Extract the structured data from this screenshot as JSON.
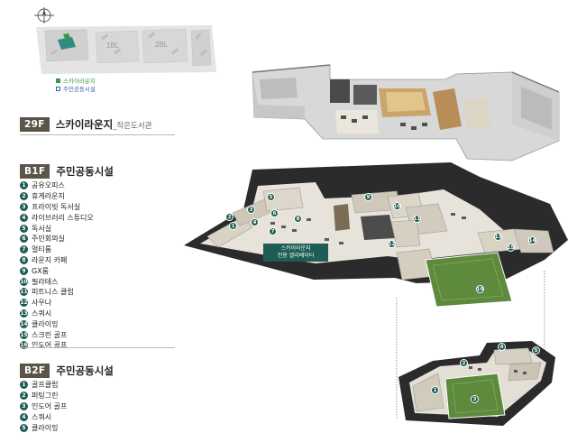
{
  "keymap": {
    "building_labels": [
      "1BL",
      "2BL"
    ],
    "legend": [
      {
        "label": "스카이라운지",
        "color": "#3a9a45"
      },
      {
        "label": "주민공동시설",
        "color": "#2f5fb3"
      }
    ]
  },
  "floor_29f": {
    "badge": "29F",
    "title": "스카이라운지",
    "subtitle": "_작은도서관"
  },
  "floor_b1f": {
    "badge": "B1F",
    "title": "주민공동시설",
    "facilities": [
      {
        "num": "1",
        "label": "공유오피스"
      },
      {
        "num": "2",
        "label": "휴게라운지"
      },
      {
        "num": "3",
        "label": "프라이빗 독서실"
      },
      {
        "num": "4",
        "label": "라이브러리 스튜디오"
      },
      {
        "num": "5",
        "label": "독서실"
      },
      {
        "num": "6",
        "label": "주민회의실"
      },
      {
        "num": "7",
        "label": "멀티룸"
      },
      {
        "num": "8",
        "label": "라운지 카페"
      },
      {
        "num": "9",
        "label": "GX룸"
      },
      {
        "num": "10",
        "label": "필라테스"
      },
      {
        "num": "11",
        "label": "피트니스 클럽"
      },
      {
        "num": "12",
        "label": "사우나"
      },
      {
        "num": "13",
        "label": "스쿼시"
      },
      {
        "num": "14",
        "label": "클라이밍"
      },
      {
        "num": "15",
        "label": "스크린 골프"
      },
      {
        "num": "16",
        "label": "인도어 골프"
      }
    ],
    "callout": [
      "스카이라운지",
      "전용 엘리베이터"
    ]
  },
  "floor_b2f": {
    "badge": "B2F",
    "title": "주민공동시설",
    "facilities": [
      {
        "num": "1",
        "label": "골프클럽"
      },
      {
        "num": "2",
        "label": "퍼팅그린"
      },
      {
        "num": "3",
        "label": "인도어 골프"
      },
      {
        "num": "4",
        "label": "스쿼시"
      },
      {
        "num": "5",
        "label": "클라이밍"
      }
    ]
  },
  "colors": {
    "badge": "#5a5548",
    "marker": "#1f5b52",
    "green_floor": "#5d8a3c",
    "dark_floor": "#2b2b2b",
    "divider": "#b9b9b9"
  }
}
